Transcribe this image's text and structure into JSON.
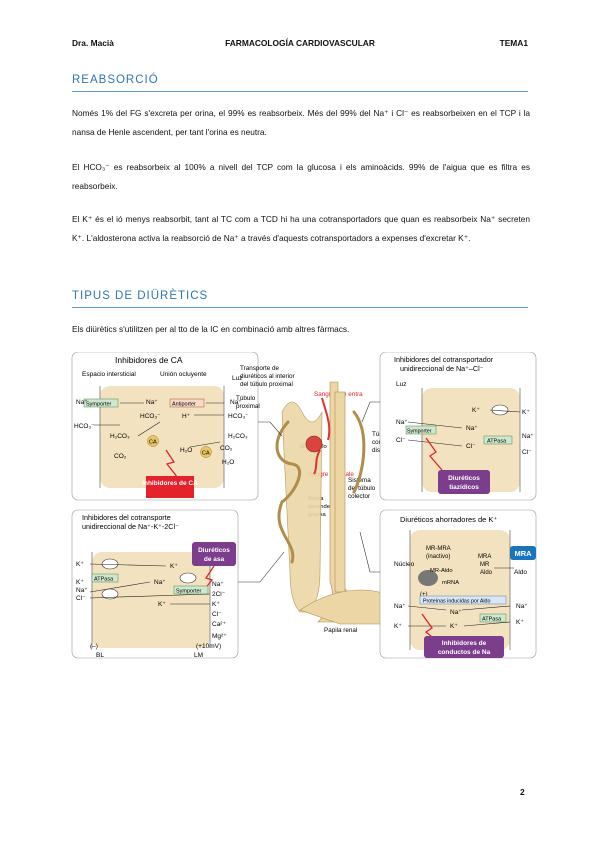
{
  "header": {
    "left": "Dra. Macià",
    "center": "FARMACOLOGÍA CARDIOVASCULAR",
    "right": "TEMA1"
  },
  "section1": {
    "title": "REABSORCIÓ",
    "p1": "Només 1% del FG s'excreta per orina, el 99% es reabsorbeix. Més del 99% del Na⁺ i Cl⁻ es reabsorbeixen en el TCP i la nansa de Henle ascendent, per tant l'orina es neutra.",
    "p2": "El HCO₃⁻ es reabsorbeix al 100% a nivell del TCP com la glucosa i els aminoàcids. 99% de l'aigua que es filtra es reabsorbeix.",
    "p3": "El K⁺ és el ió menys reabsorbit, tant al TC com a TCD hi ha una cotransportadors que quan es reabsorbeix Na⁺ secreten K⁺. L'aldosterona activa la reabsorció de Na⁺ a través d'aquests cotransportadors a expenses d'excretar K⁺."
  },
  "section2": {
    "title": "TIPUS DE DIÜRÈTICS",
    "p1": "Els diürètics s'utilitzen per al tto de la IC en combinació amb altres fàrmacs."
  },
  "figure": {
    "ca": {
      "title": "Inhibidores de CA",
      "space": "Espacio intersticial",
      "junction": "Unión ocluyente",
      "lumen": "Luz",
      "symporter": "Symporter",
      "antiporter": "Antiporter",
      "ions": [
        "Na⁺",
        "Na⁺",
        "Na⁺",
        "HCO₃⁻",
        "HCO₃⁻",
        "H⁺",
        "HCO₃⁻",
        "H₂CO₃",
        "H₂CO₃",
        "CA",
        "H₂O",
        "H₂O",
        "CO₂",
        "CO₂",
        "CA"
      ],
      "drug": "Inhibidores de CA"
    },
    "nephron": {
      "transport": "Transporte de diuréticos al interior del túbulo proximal",
      "proximal": "Túbulo proximal",
      "blood_in": "Sangre que entra",
      "glomerulus": "Glomérulo",
      "distal": "Túbulo contorneado distal",
      "blood_out": "Sangre que sale",
      "thick": "Rama ascendente gruesa",
      "collector": "Sistema del túbulo colector",
      "papilla": "Papila renal"
    },
    "thiazide": {
      "title": "Inhibidores del cotransportador unidireccional de Na⁺-Cl⁻",
      "lumen": "Luz",
      "symporter": "Symporter",
      "atpase": "ATPasa",
      "ions": [
        "Na⁺",
        "Cl⁻",
        "K⁺",
        "K⁺",
        "Na⁺",
        "Na⁺",
        "Cl⁻",
        "Cl⁻"
      ],
      "drug": "Diuréticos tiazídicos"
    },
    "loop": {
      "title": "Inhibidores del cotransporte unidireccional de Na⁺-K⁺-2Cl⁻",
      "drug": "Diuréticos de asa",
      "symporter": "Symporter",
      "atpase": "ATPasa",
      "ions": [
        "K⁺",
        "K⁺",
        "K⁺",
        "Na⁺",
        "Na⁺",
        "Na⁺",
        "Cl⁻",
        "2Cl⁻",
        "K⁺",
        "K⁺",
        "Cl⁻",
        "Ca²⁺",
        "Mg²⁺"
      ],
      "potential_bl": "(–)",
      "potential_lm": "(+10mV)",
      "bl": "BL",
      "lm": "LM"
    },
    "ksparing": {
      "title": "Diuréticos ahorradores de K⁺",
      "nucleus": "Núcleo",
      "mr_mra": "MR-MRA (inactivo)",
      "mr_aldo": "MR-Aldo",
      "mrna": "mRNA",
      "mra_lbl": "MRA",
      "mr": "MR",
      "aldo": "Aldo",
      "aldo2": "Aldo",
      "mra_box": "MRA",
      "proteins": "Proteínas inducidas por Aldo",
      "atpase": "ATPasa",
      "ions": [
        "Na⁺",
        "Na⁺",
        "Na⁺",
        "K⁺",
        "K⁺",
        "K⁺"
      ],
      "plus": "(+)",
      "drug": "Inhibidores de conductos de Na"
    }
  },
  "page_number": "2",
  "colors": {
    "accent": "#2e75b6",
    "rule": "#5b9bd5",
    "cell": "#f3e2c0",
    "drug_red": "#e4222b",
    "drug_purple": "#7b3d8c",
    "mra_blue": "#1b75bb"
  }
}
